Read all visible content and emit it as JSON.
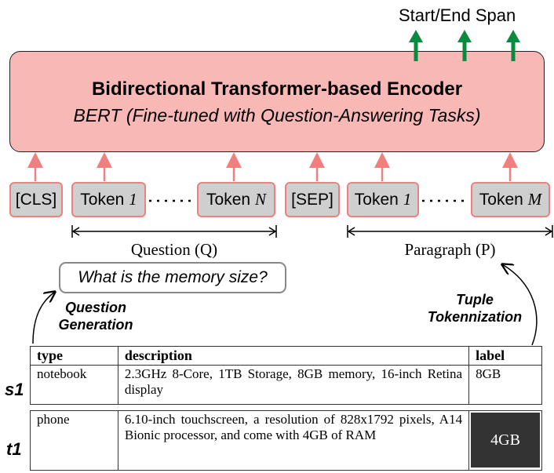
{
  "output": {
    "label": "Start/End Span"
  },
  "encoder": {
    "title": "Bidirectional Transformer-based Encoder",
    "subtitle": "BERT (Fine-tuned with Question-Answering Tasks)"
  },
  "tokens": {
    "cls": "[CLS]",
    "token": "Token",
    "q_first_num": "1",
    "q_last_num": "N",
    "sep": "[SEP]",
    "p_first_num": "1",
    "p_last_num": "M"
  },
  "segments": {
    "question": "Question (Q)",
    "paragraph": "Paragraph (P)"
  },
  "question_text": "What is the memory size?",
  "steps": {
    "question_generation": [
      "Question",
      "Generation"
    ],
    "tuple_tokenization": [
      "Tuple",
      "Tokennization"
    ]
  },
  "table": {
    "headers": [
      "type",
      "description",
      "label"
    ],
    "s1": {
      "row_label": "s1",
      "type": "notebook",
      "description": "2.3GHz 8-Core, 1TB Storage, 8GB memory, 16-inch Retina display",
      "label": "8GB"
    },
    "t1": {
      "row_label": "t1",
      "type": "phone",
      "description": "6.10-inch touchscreen, a resolution of 828x1792 pixels, A14 Bionic processor, and come with 4GB of RAM",
      "label": "4GB"
    }
  },
  "colors": {
    "encoder_fill": "#f8b8b6",
    "token_fill": "#cfcfcf",
    "token_border": "#f08080",
    "output_arrow": "#0a8a3c",
    "label_highlight": "#333333"
  }
}
